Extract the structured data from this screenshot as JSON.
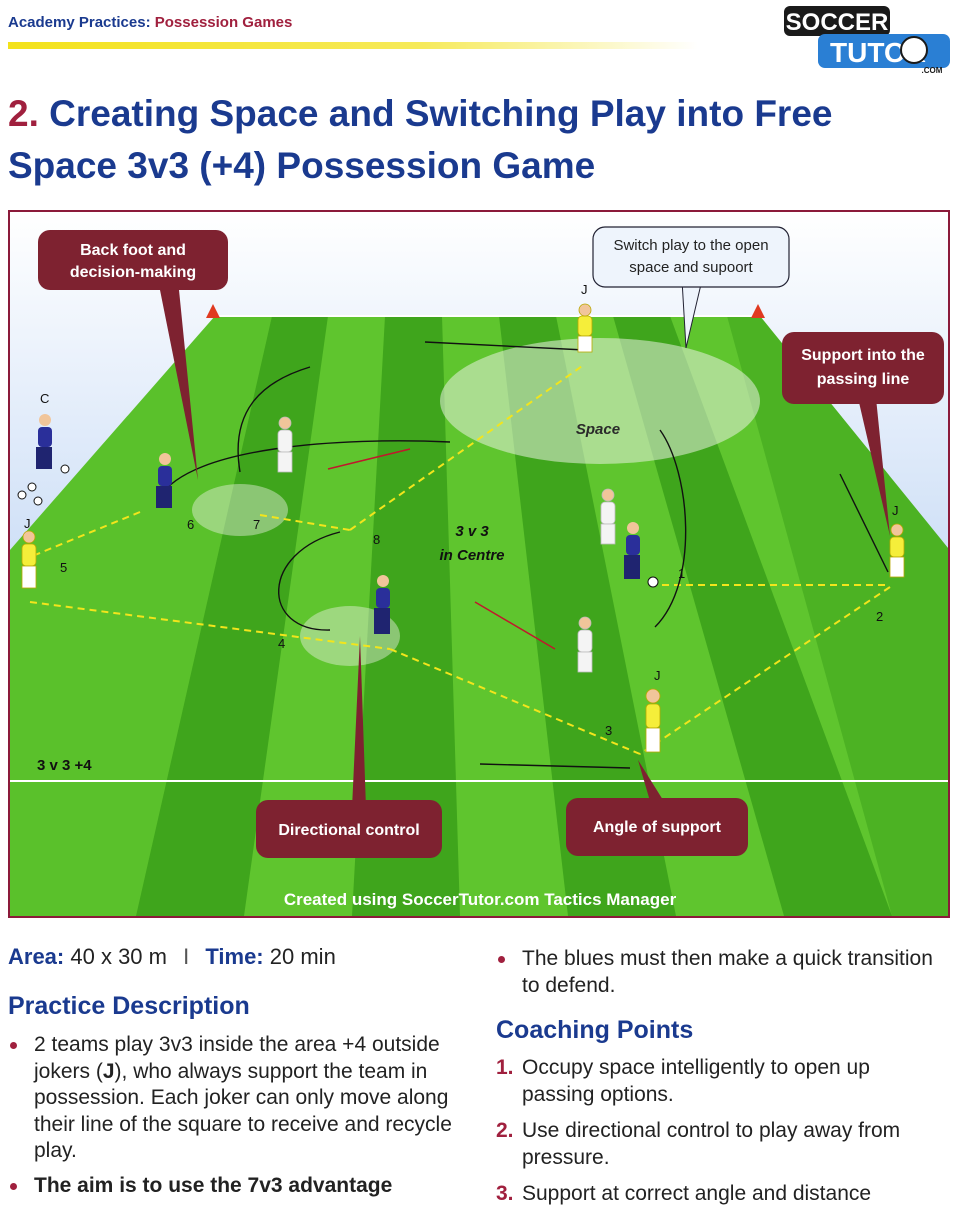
{
  "header": {
    "series": "Academy Practices:",
    "topic": "Possession Games"
  },
  "logo": {
    "line1": "SOCCER",
    "line2": "TUTOR",
    "line3": ".COM"
  },
  "title": {
    "number": "2.",
    "text": "Creating Space and Switching Play into Free Space 3v3 (+4) Possession Game"
  },
  "diagram": {
    "callouts": {
      "back_foot": "Back foot and decision-making",
      "switch_play": "Switch play to the open space and supoort",
      "support_line": "Support into the passing line",
      "directional": "Directional control",
      "angle": "Angle of support"
    },
    "labels": {
      "space": "Space",
      "centre_1": "3 v 3",
      "centre_2": "in Centre",
      "corner": "3 v 3 +4",
      "coach": "C",
      "joker": "J",
      "n1": "1",
      "n2": "2",
      "n3": "3",
      "n4": "4",
      "n5": "5",
      "n6": "6",
      "n7": "7",
      "n8": "8"
    },
    "credit": "Created using SoccerTutor.com Tactics Manager",
    "colors": {
      "grass_light": "#5fc52e",
      "grass_dark": "#3fa51c",
      "blue_team": "#2a2f9a",
      "red_team": "#c0182c",
      "joker": "#f5ee3a",
      "callout_fill": "#7e2230"
    }
  },
  "area": {
    "area_label": "Area:",
    "area_value": "40 x 30 m",
    "sep": "I",
    "time_label": "Time:",
    "time_value": "20 min"
  },
  "practice": {
    "heading": "Practice Description",
    "b1_pre": "2 teams play 3v3 inside the area +4 outside jokers (",
    "b1_j": "J",
    "b1_post": "), who always support the team in possession. Each joker can only move along their line of the square to receive and recycle play.",
    "b2": "The aim is to use the 7v3 advantage",
    "b3": "The blues must then make a quick transition to defend."
  },
  "coaching": {
    "heading": "Coaching Points",
    "p1_num": "1.",
    "p1": "Occupy space intelligently to open up passing options.",
    "p2_num": "2.",
    "p2": "Use directional control to play away from pressure.",
    "p3_num": "3.",
    "p3": "Support at correct angle and distance"
  }
}
